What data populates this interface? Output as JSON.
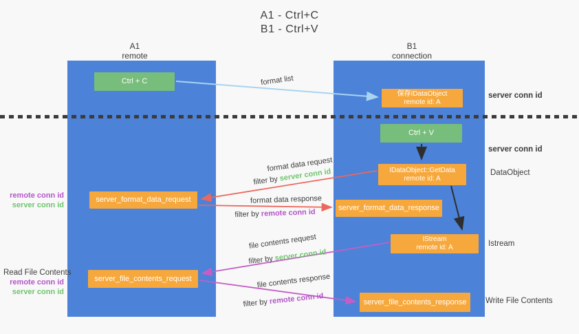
{
  "title": {
    "line1": "A1 - Ctrl+C",
    "line2": "B1 - Ctrl+V"
  },
  "columns": {
    "a": {
      "name": "A1",
      "subtitle": "remote"
    },
    "b": {
      "name": "B1",
      "subtitle": "connection"
    }
  },
  "nodes": {
    "ctrl_c": {
      "label": "Ctrl + C"
    },
    "save_idataobject": {
      "line1": "保存IDataObject",
      "line2": "remote id: A"
    },
    "ctrl_v": {
      "label": "Ctrl + V"
    },
    "getdata": {
      "line1": "IDataObject::GetData",
      "line2": "remote id: A"
    },
    "format_request": {
      "label": "server_format_data_request"
    },
    "format_response": {
      "label": "server_format_data_response"
    },
    "istream": {
      "line1": "IStream",
      "line2": "remote id: A"
    },
    "file_request": {
      "label": "server_file_contents_request"
    },
    "file_response": {
      "label": "server_file_contents_response"
    }
  },
  "edge_labels": {
    "format_list": "format list",
    "format_data_request": "format data request",
    "format_data_response": "format data response",
    "file_contents_request": "file contents request",
    "file_contents_response": "file contents response",
    "filter_by": "filter by"
  },
  "terms": {
    "server_conn_id": "server conn id",
    "remote_conn_id": "remote conn id"
  },
  "side_labels": {
    "dataobject": "DataObject",
    "istream": "Istream",
    "read_file_contents": "Read File Contents",
    "write_file_contents": "Write File Contents"
  },
  "colors": {
    "column_blue": "#4c82d8",
    "node_green": "#77bd7b",
    "node_orange": "#f7a83c",
    "arrow_blue": "#a9d4f1",
    "arrow_black": "#2e2e2e",
    "arrow_red": "#ec685e",
    "arrow_magenta": "#c45ec6",
    "label_green": "#6fc46f",
    "label_purple": "#b455c8",
    "text_dark": "#3c3c3c"
  }
}
